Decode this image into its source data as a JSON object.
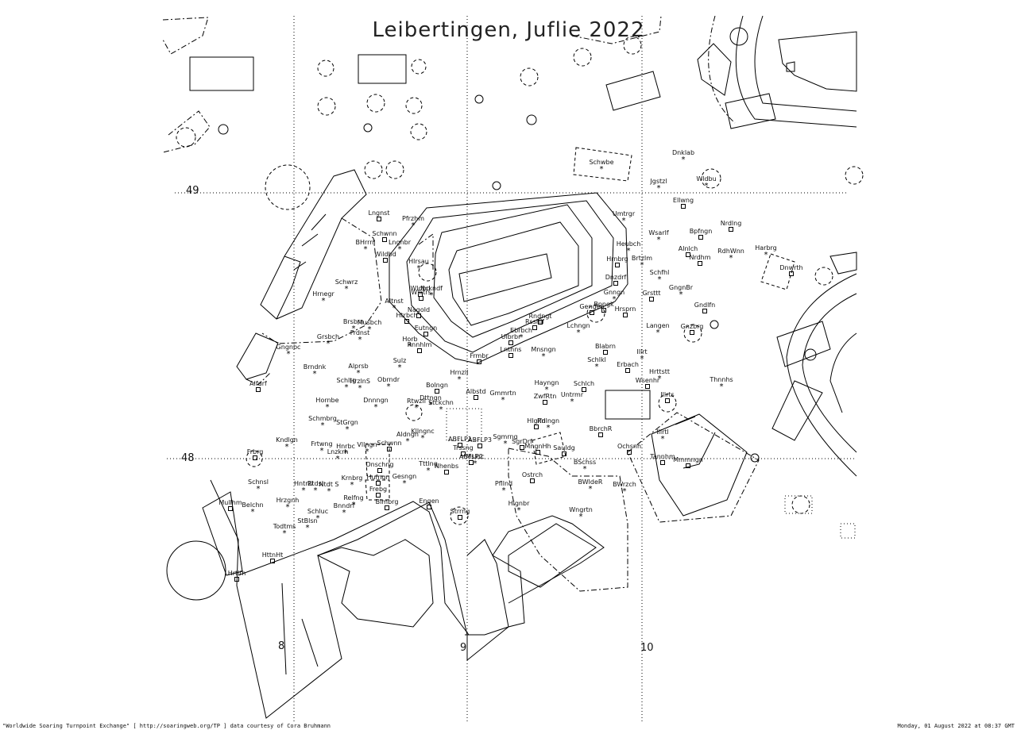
{
  "title": "Leibertingen, Juflie 2022",
  "grid": {
    "lat_labels": [
      "49",
      "48"
    ],
    "lon_labels": [
      "8",
      "9",
      "10"
    ]
  },
  "footer": {
    "left": "\"Worldwide Soaring Turnpoint Exchange\" [ http://soaringweb.org/TP ] data courtesy of Cora Bruhmann",
    "right": "Monday, 01 August 2022 at 08:37 GMT"
  },
  "turnpoints": [
    {
      "name": "Dnklab",
      "sym": "star"
    },
    {
      "name": "Schwbe",
      "sym": "star"
    },
    {
      "name": "Jgstzl",
      "sym": "star"
    },
    {
      "name": "Wldbu",
      "sym": "star"
    },
    {
      "name": "Ellwng",
      "sym": "sq"
    },
    {
      "name": "Lngnst",
      "sym": "sq"
    },
    {
      "name": "Pfrzhm",
      "sym": "star"
    },
    {
      "name": "Umtrgr",
      "sym": "star"
    },
    {
      "name": "Nrdlng",
      "sym": "sq"
    },
    {
      "name": "Wsarlf",
      "sym": "star"
    },
    {
      "name": "Bpfngn",
      "sym": "sq"
    },
    {
      "name": "Schwnn",
      "sym": "sq"
    },
    {
      "name": "Lngnbr",
      "sym": "star"
    },
    {
      "name": "Heubch",
      "sym": "star"
    },
    {
      "name": "BHrrnl",
      "sym": "star"
    },
    {
      "name": "Wildbd",
      "sym": "sq"
    },
    {
      "name": "Alnlch",
      "sym": "sq"
    },
    {
      "name": "Harbrg",
      "sym": "star"
    },
    {
      "name": "RdhWnn",
      "sym": "star"
    },
    {
      "name": "Nrdhm",
      "sym": "sq"
    },
    {
      "name": "Dnwrth",
      "sym": "sq"
    },
    {
      "name": "Hrnbrg",
      "sym": "sq"
    },
    {
      "name": "Brtzlm",
      "sym": "star"
    },
    {
      "name": "Hlrsau",
      "sym": "star"
    },
    {
      "name": "Schfhl",
      "sym": "star"
    },
    {
      "name": "Dnzdrf",
      "sym": "sq"
    },
    {
      "name": "Schwrz",
      "sym": "star"
    },
    {
      "name": "Wldbd",
      "sym": "sq"
    },
    {
      "name": "Nckndf",
      "sym": "star"
    },
    {
      "name": "GngnBr",
      "sym": "star"
    },
    {
      "name": "Wlktrs",
      "sym": "sq"
    },
    {
      "name": "Hrnegr",
      "sym": "star"
    },
    {
      "name": "Gnngn",
      "sym": "star"
    },
    {
      "name": "Grsttt",
      "sym": "sq"
    },
    {
      "name": "Altnst",
      "sym": "star"
    },
    {
      "name": "Gndlfn",
      "sym": "sq"
    },
    {
      "name": "Bpngk",
      "sym": "sq"
    },
    {
      "name": "Nagold",
      "sym": "sq"
    },
    {
      "name": "Gengen",
      "sym": "sq"
    },
    {
      "name": "Hrsprn",
      "sym": "sq"
    },
    {
      "name": "Htrbch",
      "sym": "sq"
    },
    {
      "name": "Rndngt",
      "sym": "sq"
    },
    {
      "name": "Rsshlf",
      "sym": "sq"
    },
    {
      "name": "Brsbrn",
      "sym": "star"
    },
    {
      "name": "Musbch",
      "sym": "star"
    },
    {
      "name": "Lchngn",
      "sym": "star"
    },
    {
      "name": "Langen",
      "sym": "star"
    },
    {
      "name": "Gnzbrg",
      "sym": "sq"
    },
    {
      "name": "Ebrbch",
      "sym": "star"
    },
    {
      "name": "Eutngn",
      "sym": "sq"
    },
    {
      "name": "Frdnst",
      "sym": "star"
    },
    {
      "name": "Ulbrbr",
      "sym": "sq"
    },
    {
      "name": "Grsbch",
      "sym": "star"
    },
    {
      "name": "Horb",
      "sym": "star"
    },
    {
      "name": "Rnnhlm",
      "sym": "sq"
    },
    {
      "name": "Blabrn",
      "sym": "sq"
    },
    {
      "name": "Gngnbc",
      "sym": "star"
    },
    {
      "name": "Lnthns",
      "sym": "sq"
    },
    {
      "name": "Mnsngn",
      "sym": "star"
    },
    {
      "name": "Illrt",
      "sym": "star"
    },
    {
      "name": "Frmbr",
      "sym": "sq"
    },
    {
      "name": "Schlkl",
      "sym": "star"
    },
    {
      "name": "Sulz",
      "sym": "star"
    },
    {
      "name": "Erbach",
      "sym": "sq"
    },
    {
      "name": "Brndnk",
      "sym": "star"
    },
    {
      "name": "Alprsb",
      "sym": "star"
    },
    {
      "name": "Hrnzll",
      "sym": "star"
    },
    {
      "name": "Hrttstt",
      "sym": "star"
    },
    {
      "name": "Wsenhr",
      "sym": "sq"
    },
    {
      "name": "Thnnhs",
      "sym": "star"
    },
    {
      "name": "Schltg",
      "sym": "star"
    },
    {
      "name": "HrzlnS",
      "sym": "star"
    },
    {
      "name": "Obrndr",
      "sym": "star"
    },
    {
      "name": "Bolngn",
      "sym": "sq"
    },
    {
      "name": "Hayngn",
      "sym": "star"
    },
    {
      "name": "Schlch",
      "sym": "sq"
    },
    {
      "name": "Alfdrf",
      "sym": "sq"
    },
    {
      "name": "Albstd",
      "sym": "sq"
    },
    {
      "name": "Gmmrtn",
      "sym": "star"
    },
    {
      "name": "ZwfRtn",
      "sym": "sq"
    },
    {
      "name": "Untrmr",
      "sym": "star"
    },
    {
      "name": "Illrts",
      "sym": "sq"
    },
    {
      "name": "Hornbe",
      "sym": "star"
    },
    {
      "name": "Dnnngn",
      "sym": "star"
    },
    {
      "name": "Dttngn",
      "sym": "star"
    },
    {
      "name": "Stckchn",
      "sym": "star"
    },
    {
      "name": "Rtwzll",
      "sym": "star"
    },
    {
      "name": "Schmbrg",
      "sym": "star"
    },
    {
      "name": "StGrgn",
      "sym": "star"
    },
    {
      "name": "Hlglfn",
      "sym": "sq"
    },
    {
      "name": "Rdlngn",
      "sym": "star"
    },
    {
      "name": "Illrtl",
      "sym": "star"
    },
    {
      "name": "BbrchR",
      "sym": "sq"
    },
    {
      "name": "Kllngnc",
      "sym": "star"
    },
    {
      "name": "Aldngn",
      "sym": "star"
    },
    {
      "name": "Sgmrng",
      "sym": "star"
    },
    {
      "name": "SgrDrf",
      "sym": "sq"
    },
    {
      "name": "ABFLP1",
      "sym": "sq"
    },
    {
      "name": "ABFLP3",
      "sym": "sq"
    },
    {
      "name": "Kndlgn",
      "sym": "star"
    },
    {
      "name": "Frtwng",
      "sym": "star"
    },
    {
      "name": "Vllngn",
      "sym": "star"
    },
    {
      "name": "Schwnn",
      "sym": "sq"
    },
    {
      "name": "Trssng",
      "sym": "sq"
    },
    {
      "name": "MngnHh",
      "sym": "sq"
    },
    {
      "name": "Sauldg",
      "sym": "sq"
    },
    {
      "name": "Ochsnh",
      "sym": "sq"
    },
    {
      "name": "Frbrg",
      "sym": "sq"
    },
    {
      "name": "Lnzkrh",
      "sym": "star"
    },
    {
      "name": "Hnrbc",
      "sym": "star"
    },
    {
      "name": "ABFLP2",
      "sym": "sq"
    },
    {
      "name": "Tannhm",
      "sym": "sq"
    },
    {
      "name": "Mmmngn",
      "sym": "sq"
    },
    {
      "name": "Dnschng",
      "sym": "sq"
    },
    {
      "name": "Tttlng",
      "sym": "star"
    },
    {
      "name": "Nhenbs",
      "sym": "sq"
    },
    {
      "name": "Mskrc",
      "sym": "star"
    },
    {
      "name": "BSchss",
      "sym": "star"
    },
    {
      "name": "Schnsl",
      "sym": "star"
    },
    {
      "name": "Hntrzl",
      "sym": "star"
    },
    {
      "name": "Krnbrg",
      "sym": "star"
    },
    {
      "name": "Hufngn",
      "sym": "sq"
    },
    {
      "name": "Gesngn",
      "sym": "star"
    },
    {
      "name": "Ostrch",
      "sym": "sq"
    },
    {
      "name": "BWldeR",
      "sym": "star"
    },
    {
      "name": "BWrzch",
      "sym": "star"
    },
    {
      "name": "Rtdsl",
      "sym": "star"
    },
    {
      "name": "Ntdt S",
      "sym": "star"
    },
    {
      "name": "Frebg",
      "sym": "sq"
    },
    {
      "name": "Pfllnd",
      "sym": "star"
    },
    {
      "name": "Mullhm",
      "sym": "sq"
    },
    {
      "name": "Belchn",
      "sym": "star"
    },
    {
      "name": "Hrzgnh",
      "sym": "star"
    },
    {
      "name": "Bnndrf",
      "sym": "star"
    },
    {
      "name": "Relfng",
      "sym": "star"
    },
    {
      "name": "Blmbrg",
      "sym": "sq"
    },
    {
      "name": "Engen",
      "sym": "sq"
    },
    {
      "name": "Hlgnbr",
      "sym": "star"
    },
    {
      "name": "Schluc",
      "sym": "star"
    },
    {
      "name": "Strrng",
      "sym": "sq"
    },
    {
      "name": "Wngrtn",
      "sym": "star"
    },
    {
      "name": "StBlsn",
      "sym": "star"
    },
    {
      "name": "Todtms",
      "sym": "star"
    },
    {
      "name": "HttnHt",
      "sym": "sq"
    },
    {
      "name": "Hrtlfh",
      "sym": "sq"
    }
  ]
}
